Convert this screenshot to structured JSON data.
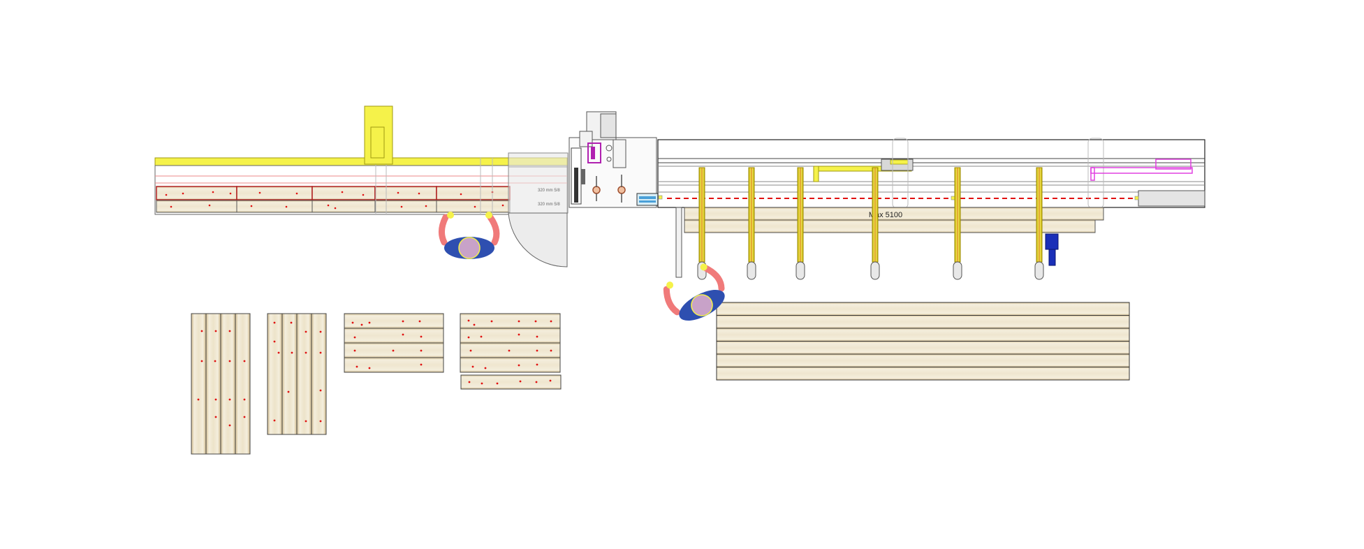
{
  "diagram": {
    "max_label": "Max 5100",
    "small_text_1": "320 mm 5/8",
    "small_text_2": "320 mm 5/8"
  },
  "colors": {
    "wood_light": "#f3ecd9",
    "wood_mid": "#dccba3",
    "wood_dark": "#c9b48a",
    "yellow": "#f5f24a",
    "yellow_dark": "#c8b400",
    "red": "#e01010",
    "pink_arm": "#f07a7a",
    "operator_body": "#2e4fb0",
    "operator_head": "#c8a2c8",
    "magenta": "#e040e0",
    "blue_unit": "#1a2fb8",
    "grey": "#d8d8d8",
    "line": "#333333"
  },
  "icons": {
    "operator_left": "operator-icon",
    "operator_right": "operator-icon",
    "fence_post": "fence-post-icon",
    "control_panel": "control-panel-icon"
  },
  "layout_meta": {
    "left_table_board_count": 2,
    "right_support_arms": 6,
    "output_stack_boards": 6
  }
}
